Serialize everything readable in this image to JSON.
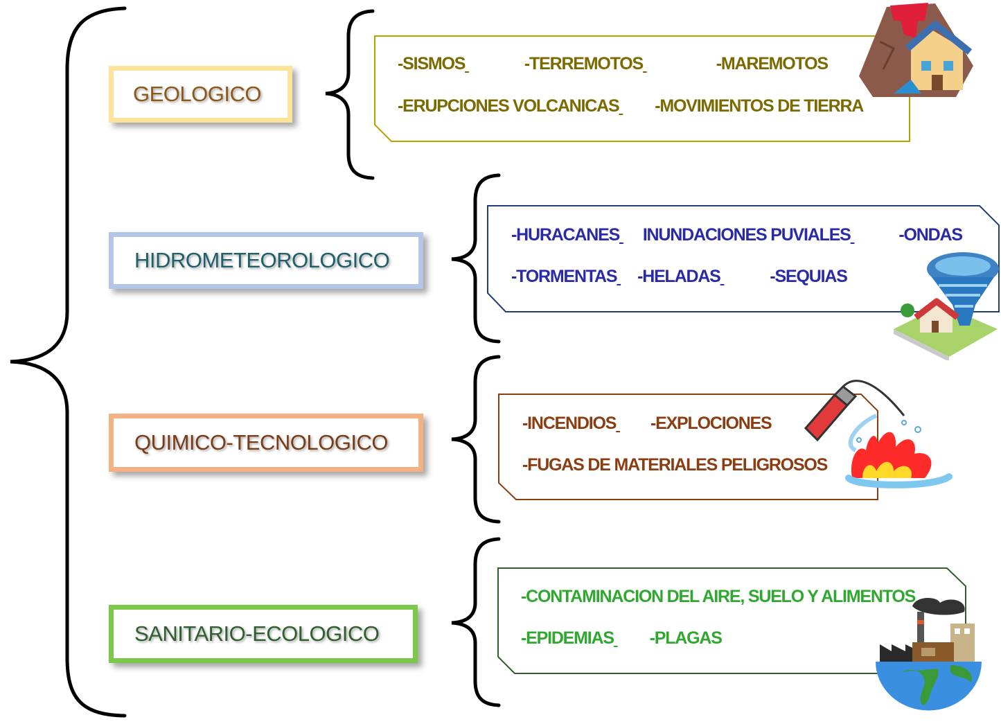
{
  "colors": {
    "geologico": "#7a6a00",
    "hidro": "#2a2aa8",
    "quimico": "#8b3d12",
    "sanitario": "#2fa82f"
  },
  "categories": [
    {
      "key": "geologico",
      "label": "GEOLOGICO",
      "border_color": "#fde49a",
      "text_color": "#8b5a1a",
      "items": [
        "-SISMOS",
        "-TERREMOTOS",
        "-MAREMOTOS",
        "-ERUPCIONES VOLCANICAS",
        "-MOVIMIENTOS DE TIERRA"
      ],
      "illustration": "volcano-house-icon"
    },
    {
      "key": "hidro",
      "label": "HIDROMETEOROLOGICO",
      "border_color": "#b4c6e7",
      "text_color": "#1f5f6b",
      "items": [
        "-HURACANES",
        "INUNDACIONES PUVIALES",
        "-ONDAS",
        "-TORMENTAS",
        "-HELADAS",
        "-SEQUIAS"
      ],
      "illustration": "tornado-house-icon"
    },
    {
      "key": "quimico",
      "label": "QUIMICO-TECNOLOGICO",
      "border_color": "#f4b183",
      "text_color": "#7a3b17",
      "items": [
        "-INCENDIOS",
        "-EXPLOCIONES",
        "-FUGAS DE MATERIALES PELIGROSOS"
      ],
      "illustration": "fire-extinguisher-icon"
    },
    {
      "key": "sanitario",
      "label": "SANITARIO-ECOLOGICO",
      "border_color": "#7cc84a",
      "text_color": "#2f5f2f",
      "items": [
        "-CONTAMINACION DEL AIRE, SUELO Y ALIMENTOS",
        "-EPIDEMIAS",
        "-PLAGAS"
      ],
      "illustration": "polluted-earth-icon"
    }
  ]
}
